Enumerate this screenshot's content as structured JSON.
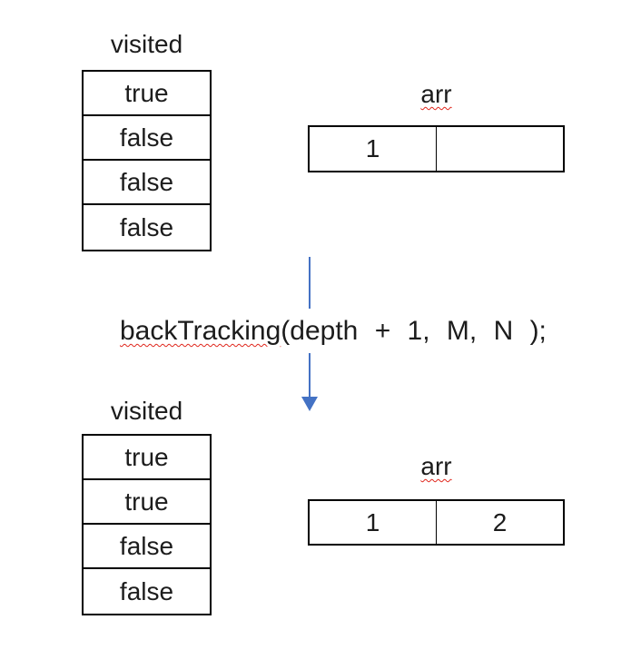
{
  "colors": {
    "arrow": "#4472C4",
    "border": "#000000",
    "text": "#1c1c1c",
    "squiggle": "#e0261c",
    "background": "#ffffff"
  },
  "top_state": {
    "visited_label": "visited",
    "visited_values": [
      "true",
      "false",
      "false",
      "false"
    ],
    "arr_label": "arr",
    "arr_values": [
      "1",
      ""
    ]
  },
  "transition": {
    "call_name": "backTracking",
    "call_args": "(depth + 1, M, N );"
  },
  "bottom_state": {
    "visited_label": "visited",
    "visited_values": [
      "true",
      "true",
      "false",
      "false"
    ],
    "arr_label": "arr",
    "arr_values": [
      "1",
      "2"
    ]
  }
}
